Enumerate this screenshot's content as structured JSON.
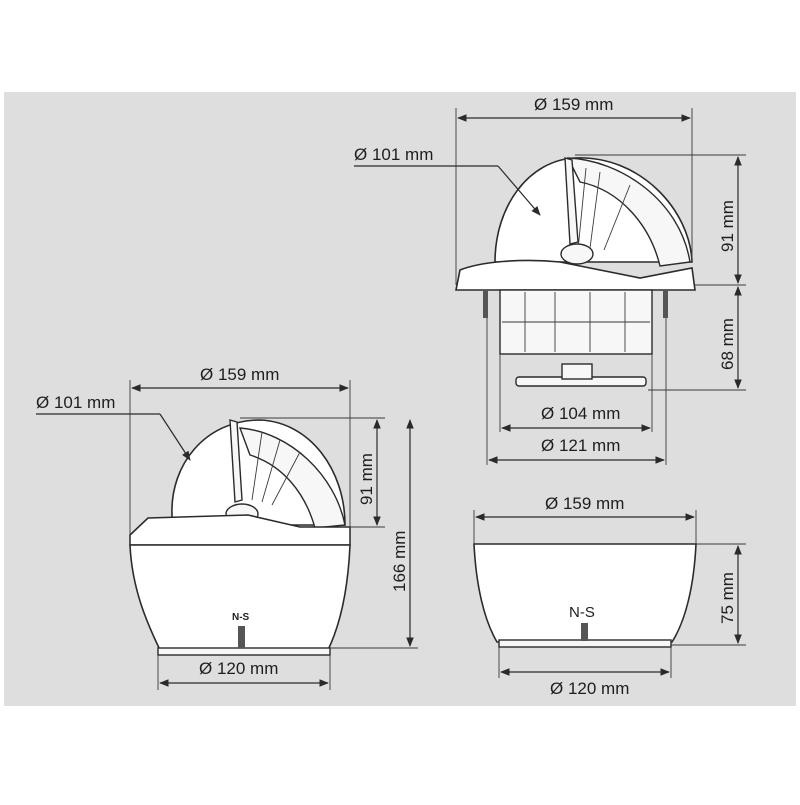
{
  "colors": {
    "background": "#dedede",
    "line": "#2a2a2a",
    "body": "#ffffff"
  },
  "views": {
    "top_right": {
      "dia_top": "Ø 159 mm",
      "dia_dome": "Ø 101 mm",
      "height_dome": "91 mm",
      "height_below": "68 mm",
      "dia_104": "Ø 104 mm",
      "dia_121": "Ø 121 mm"
    },
    "left": {
      "dia_top": "Ø 159 mm",
      "dia_dome": "Ø 101 mm",
      "height_dome": "91 mm",
      "height_total": "166 mm",
      "dia_bottom": "Ø 120 mm",
      "marking": "N-S"
    },
    "bottom_right": {
      "dia_top": "Ø 159 mm",
      "height": "75 mm",
      "dia_bottom": "Ø 120 mm",
      "marking": "N-S"
    }
  }
}
